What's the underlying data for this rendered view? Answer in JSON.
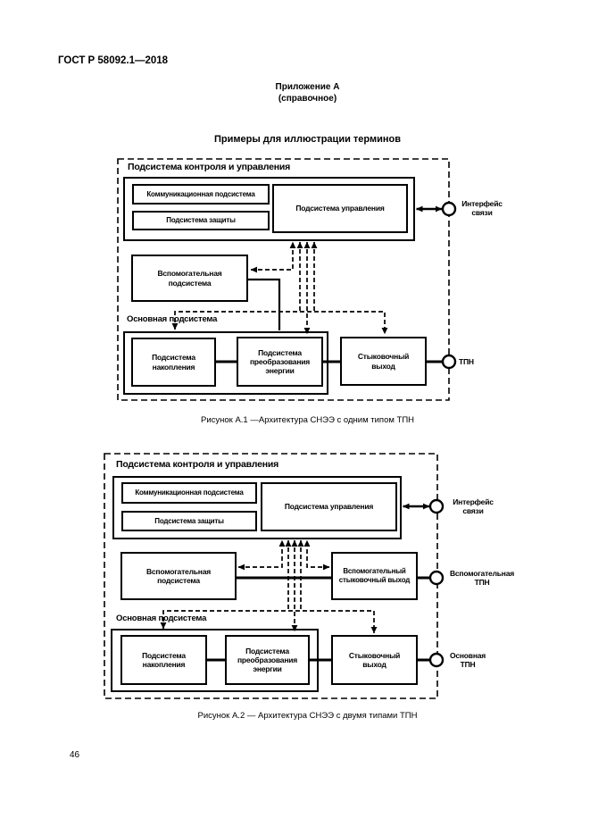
{
  "page": {
    "header": "ГОСТ Р 58092.1—2018",
    "annex_title": "Приложение А",
    "annex_subtitle": "(справочное)",
    "section_title": "Примеры для иллюстрации терминов",
    "page_number": "46"
  },
  "figure1": {
    "control_group_label": "Подсистема контроля и управления",
    "communication_box": "Коммуникационная подсистема",
    "protection_box": "Подсистема защиты",
    "control_box": "Подсистема управления",
    "auxiliary_box": "Вспомогательная подсистема",
    "main_group_label": "Основная подсистема",
    "storage_box": "Подсистема накопления",
    "conversion_box": "Подсистема преобразования энергии",
    "docking_box": "Стыковочный выход",
    "port_interface": "Интерфейс связи",
    "port_tpn": "ТПН",
    "caption": "Рисунок А.1 —Архитектура СНЭЭ с одним типом ТПН"
  },
  "figure2": {
    "control_group_label": "Подсистема контроля и управления",
    "communication_box": "Коммуникационная подсистема",
    "protection_box": "Подсистема защиты",
    "control_box": "Подсистема управления",
    "auxiliary_box": "Вспомогательная подсистема",
    "aux_docking_box": "Вспомогательный стыковочный выход",
    "main_group_label": "Основная подсистема",
    "storage_box": "Подсистема накопления",
    "conversion_box": "Подсистема преобразования энергии",
    "docking_box": "Стыковочный выход",
    "port_interface": "Интерфейс связи",
    "port_aux_tpn": "Вспомогательная ТПН",
    "port_main_tpn": "Основная ТПН",
    "caption": "Рисунок А.2 — Архитектура СНЭЭ с двумя типами ТПН"
  }
}
